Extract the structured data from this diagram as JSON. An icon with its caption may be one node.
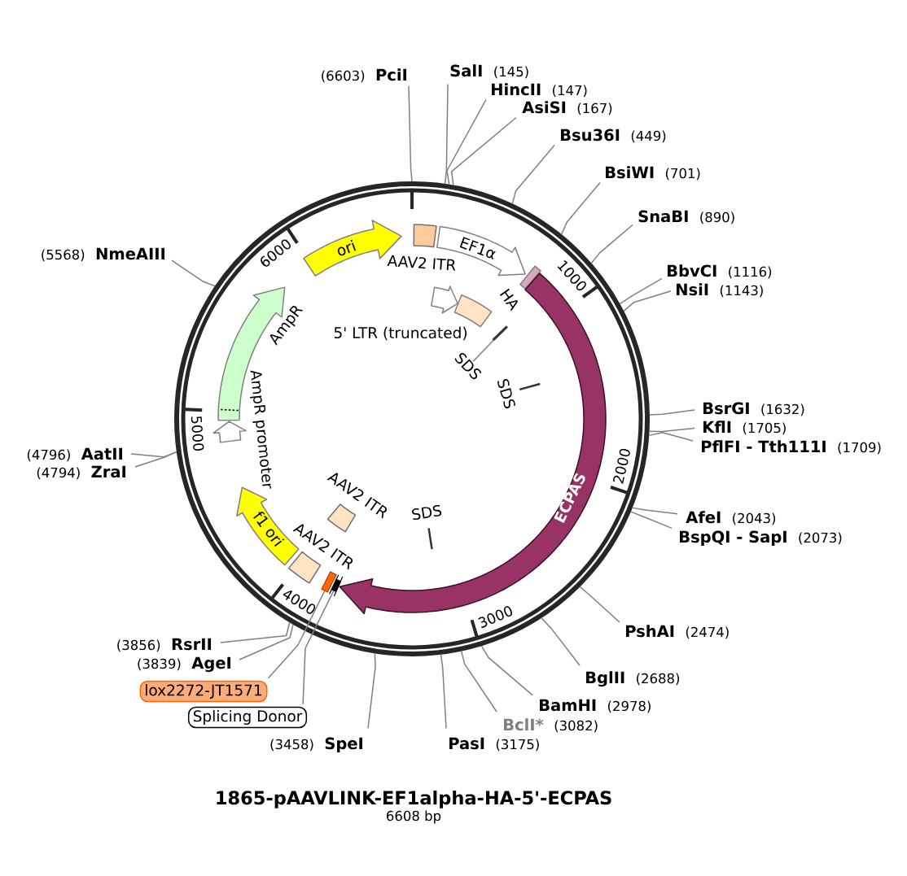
{
  "diagram": {
    "title": "1865-pAAVLINK-EF1alpha-HA-5'-ECPAS",
    "caption": "6608 bp",
    "nodes": [
      {
        "text": [],
        "shape": "circle"
      },
      {
        "text": [
          "AAV2 ITR"
        ],
        "in": 0
      },
      {
        "text": [
          "EF1α"
        ],
        "in": 0
      },
      {
        "text": [
          "HA"
        ],
        "in": 0
      },
      {
        "text": [
          "ECPAS"
        ],
        "in": 0
      },
      {
        "text": [],
        "shape": "bar",
        "in": 0
      },
      {
        "text": [],
        "shape": "box",
        "in": 0
      },
      {
        "text": [
          "AAV2 ITR"
        ],
        "in": 0
      },
      {
        "text": [
          "f1 ori"
        ],
        "in": 0
      },
      {
        "text": [
          "AmpR promoter"
        ],
        "in": 0
      },
      {
        "text": [
          "AmpR"
        ],
        "in": 0
      },
      {
        "text": [
          "ori"
        ],
        "in": 0
      },
      {
        "text": [],
        "shape": "arrow",
        "in": 0
      },
      {
        "text": [
          "5' LTR (truncated)"
        ],
        "in": 0
      },
      {
        "text": [],
        "shape": "bar",
        "in": 0
      },
      {
        "text": [
          "SDS"
        ],
        "in": 0
      },
      {
        "text": [
          "SDS"
        ],
        "in": 0
      },
      {
        "text": [
          "SDS"
        ],
        "in": 0
      },
      {
        "text": [
          "AAV2 ITR"
        ],
        "in": 0
      },
      {
        "text": [
          "lox2272-JT1571"
        ]
      },
      {
        "text": [
          "Splicing Donor"
        ]
      },
      {
        "text": [
          "(6603)",
          "PciI"
        ]
      },
      {
        "text": [
          "SalI",
          "(145)"
        ]
      },
      {
        "text": [
          "HincII",
          "(147)"
        ]
      },
      {
        "text": [
          "AsiSI",
          "(167)"
        ]
      },
      {
        "text": [
          "Bsu36I",
          "(449)"
        ]
      },
      {
        "text": [
          "BsiWI",
          "(701)"
        ]
      },
      {
        "text": [
          "SnaBI",
          "(890)"
        ]
      },
      {
        "text": [
          "BbvCI",
          "(1116)"
        ]
      },
      {
        "text": [
          "NsiI",
          "(1143)"
        ]
      },
      {
        "text": [
          "BsrGI",
          "(1632)"
        ]
      },
      {
        "text": [
          "KflI",
          "(1705)"
        ]
      },
      {
        "text": [
          "PflFI - Tth111I",
          "(1709)"
        ]
      },
      {
        "text": [
          "AfeI",
          "(2043)"
        ]
      },
      {
        "text": [
          "BspQI - SapI",
          "(2073)"
        ]
      },
      {
        "text": [
          "PshAI",
          "(2474)"
        ]
      },
      {
        "text": [
          "BglII",
          "(2688)"
        ]
      },
      {
        "text": [
          "BamHI",
          "(2978)"
        ]
      },
      {
        "text": [
          "BclI*",
          "(3082)"
        ]
      },
      {
        "text": [
          "PasI",
          "(3175)"
        ]
      },
      {
        "text": [
          "(3458)",
          "SpeI"
        ]
      },
      {
        "text": [
          "(3839)",
          "AgeI"
        ]
      },
      {
        "text": [
          "(3856)",
          "RsrII"
        ]
      },
      {
        "text": [
          "(4794)",
          "ZraI"
        ]
      },
      {
        "text": [
          "(4796)",
          "AatII"
        ]
      },
      {
        "text": [
          "(5568)",
          "NmeAIII"
        ]
      }
    ],
    "edges": [
      {
        "from": 21,
        "to": 0,
        "arrow": "none"
      },
      {
        "from": 22,
        "to": 0,
        "arrow": "none"
      },
      {
        "from": 23,
        "to": 0,
        "arrow": "none"
      },
      {
        "from": 24,
        "to": 0,
        "arrow": "none"
      },
      {
        "from": 25,
        "to": 0,
        "arrow": "none"
      },
      {
        "from": 26,
        "to": 0,
        "arrow": "none"
      },
      {
        "from": 27,
        "to": 0,
        "arrow": "none"
      },
      {
        "from": 28,
        "to": 0,
        "arrow": "none"
      },
      {
        "from": 29,
        "to": 0,
        "arrow": "none"
      },
      {
        "from": 30,
        "to": 0,
        "arrow": "none"
      },
      {
        "from": 31,
        "to": 0,
        "arrow": "none"
      },
      {
        "from": 32,
        "to": 0,
        "arrow": "none"
      },
      {
        "from": 33,
        "to": 0,
        "arrow": "none"
      },
      {
        "from": 34,
        "to": 0,
        "arrow": "none"
      },
      {
        "from": 35,
        "to": 0,
        "arrow": "none"
      },
      {
        "from": 36,
        "to": 0,
        "arrow": "none"
      },
      {
        "from": 37,
        "to": 0,
        "arrow": "none"
      },
      {
        "from": 38,
        "to": 0,
        "arrow": "none"
      },
      {
        "from": 39,
        "to": 0,
        "arrow": "none"
      },
      {
        "from": 40,
        "to": 0,
        "arrow": "none"
      },
      {
        "from": 41,
        "to": 0,
        "arrow": "none"
      },
      {
        "from": 42,
        "to": 0,
        "arrow": "none"
      },
      {
        "from": 43,
        "to": 0,
        "arrow": "none"
      },
      {
        "from": 44,
        "to": 0,
        "arrow": "none"
      },
      {
        "from": 45,
        "to": 0,
        "arrow": "none"
      },
      {
        "from": 15,
        "to": 14,
        "arrow": "none"
      },
      {
        "from": 19,
        "to": 6,
        "arrow": "none"
      },
      {
        "from": 20,
        "to": 5,
        "arrow": "none"
      }
    ],
    "labels": [
      "1000",
      "2000",
      "3000",
      "4000",
      "5000",
      "6000"
    ]
  }
}
